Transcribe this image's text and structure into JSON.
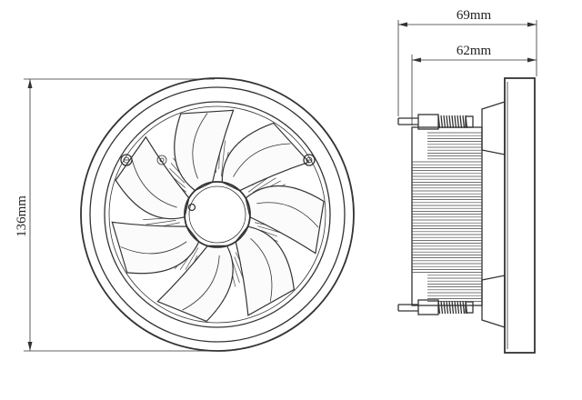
{
  "dimensions": {
    "overall_depth": "69mm",
    "body_depth": "62mm",
    "height": "136mm"
  },
  "colors": {
    "line": "#333333",
    "background": "#ffffff"
  }
}
